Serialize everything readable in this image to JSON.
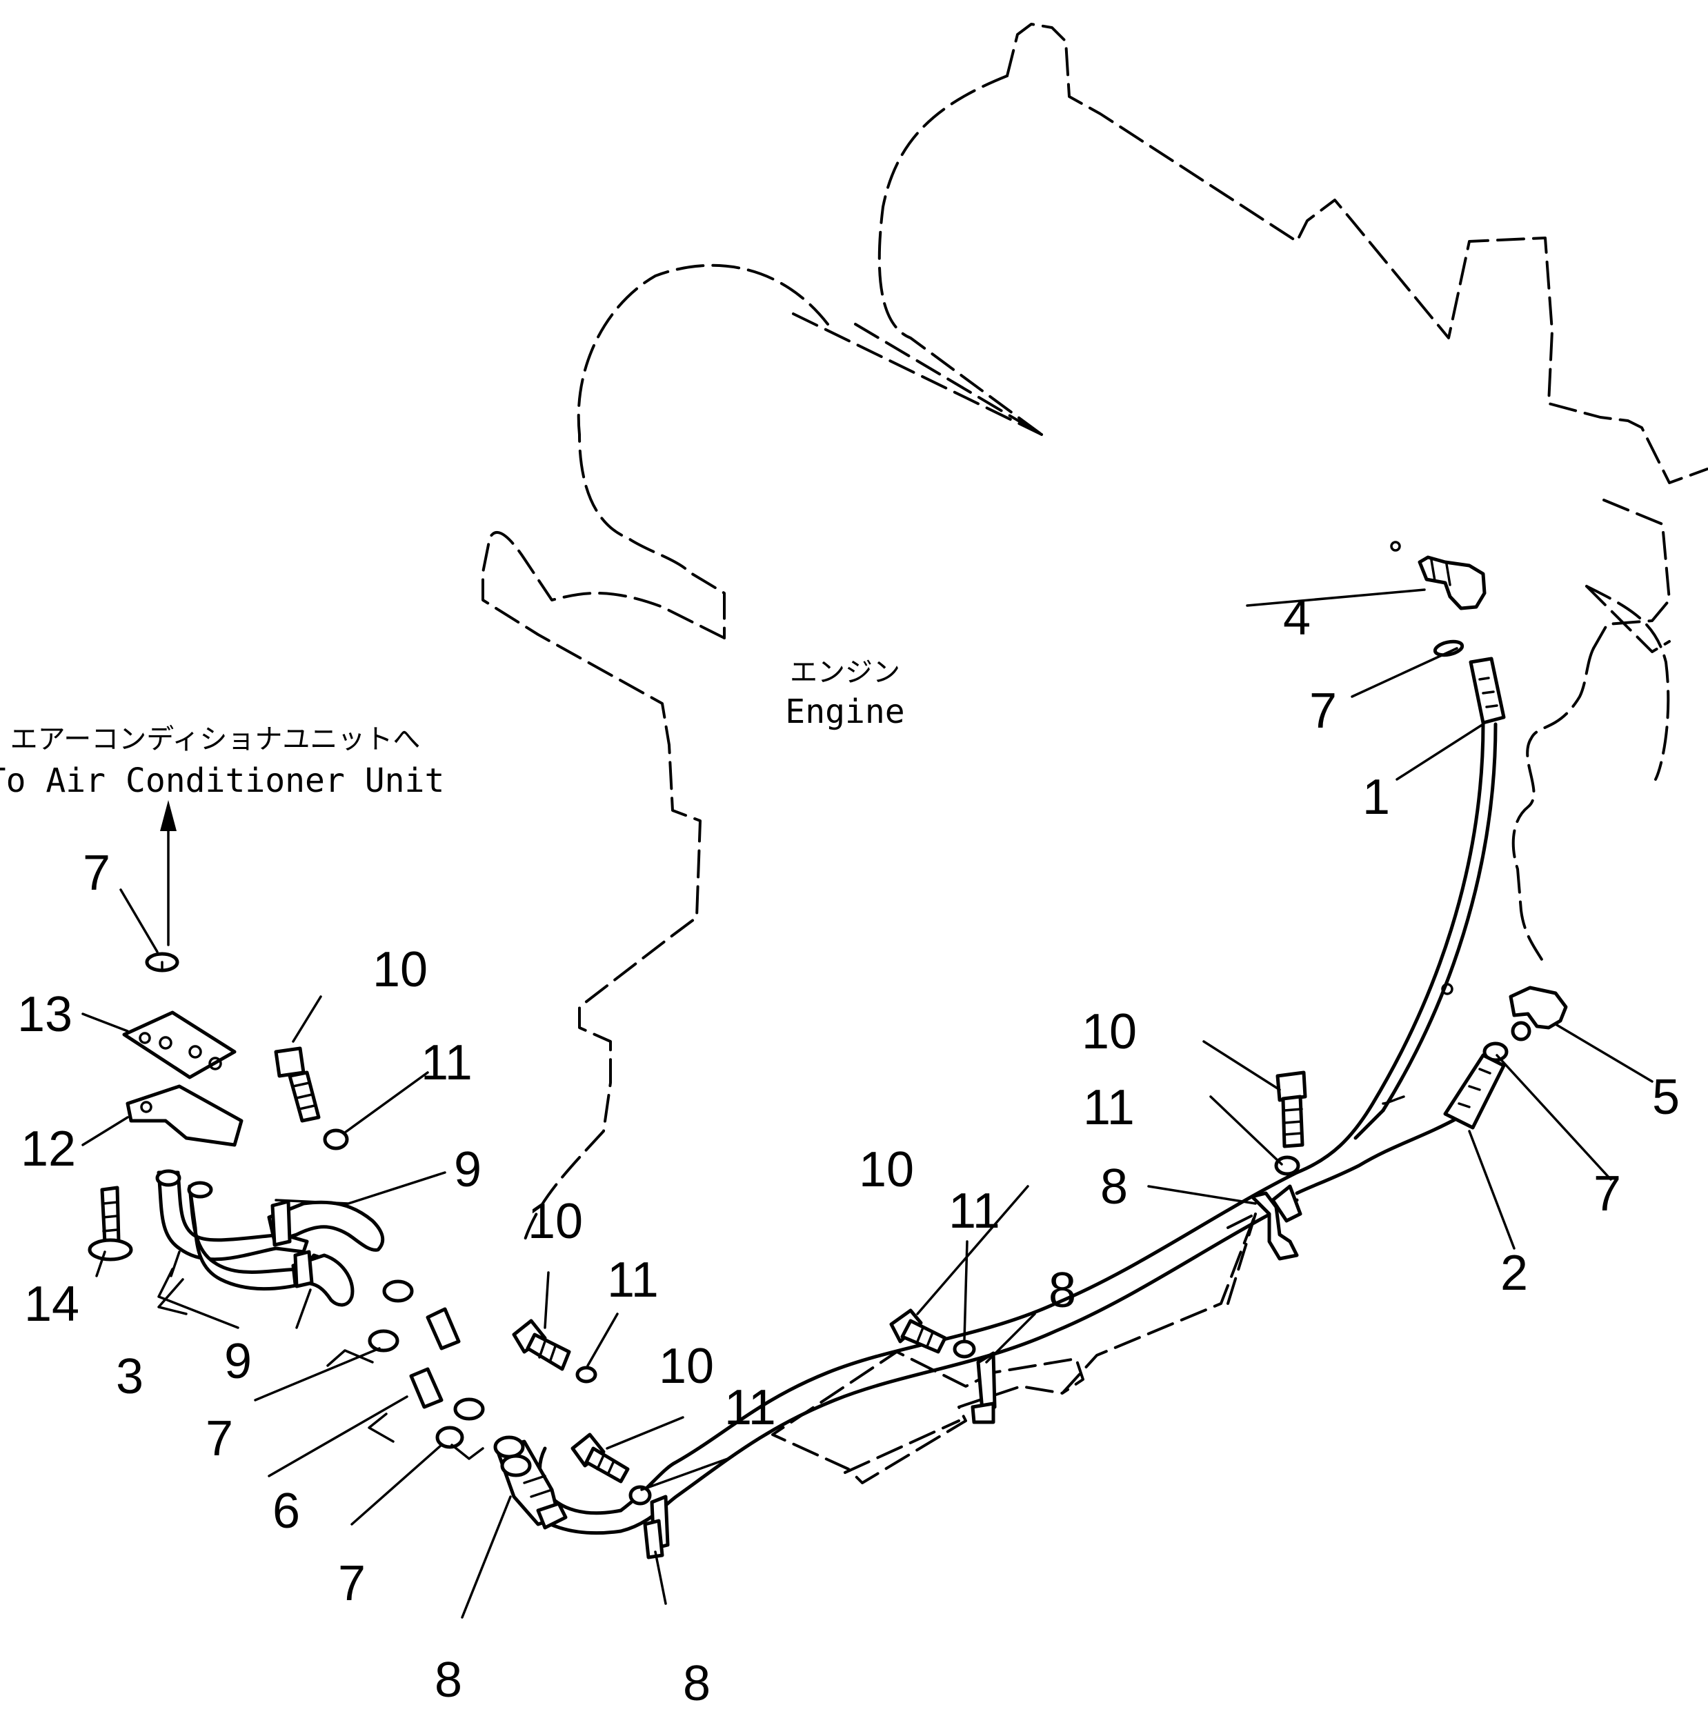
{
  "labels": {
    "engine_jp": "エンジン",
    "engine_en": "Engine",
    "ac_jp": "エアーコンディショナユニットへ",
    "ac_en": "To Air Conditioner Unit"
  },
  "callouts": [
    "1",
    "2",
    "3",
    "4",
    "5",
    "6",
    "7",
    "8",
    "9",
    "10",
    "11",
    "12",
    "13",
    "14"
  ]
}
